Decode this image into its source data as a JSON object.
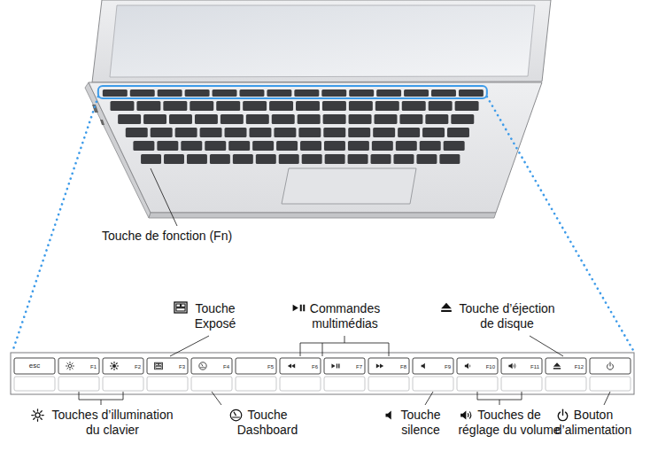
{
  "diagram": {
    "labels": [
      "Touche de fonction (Fn)",
      "Touche Exposé",
      "Commandes multimédias",
      "Touche d’éjection de disque",
      "esc",
      "F1",
      "F2",
      "F3",
      "F4",
      "F5",
      "F6",
      "F7",
      "F8",
      "F9",
      "F10",
      "F11",
      "F12",
      "Touches d’illumination du clavier",
      "Touche Dashboard",
      "Touche silence",
      "Touches de réglage du volume",
      "Bouton d’alimentation"
    ]
  }
}
